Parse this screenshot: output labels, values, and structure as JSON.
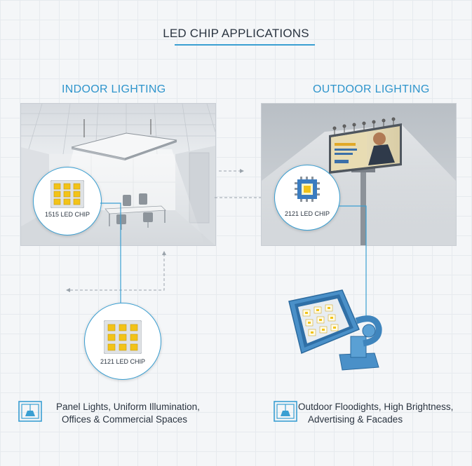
{
  "title": "LED CHIP APPLICATIONS",
  "indoor": {
    "heading": "INDOOR LIGHTING",
    "chip_label": "1515 LED CHIP",
    "caption_line1": "Panel Lights, Uniform Illumination,",
    "caption_line2": "Offices & Commercial Spaces"
  },
  "outdoor": {
    "heading": "OUTDOOR LIGHTING",
    "chip_label": "2121 LED CHIP",
    "caption_line1": "Outdoor Floodights, High Brightness,",
    "caption_line2": "Advertising & Facades"
  },
  "lower_chip": {
    "label": "2121 LED CHIP"
  },
  "colors": {
    "accent": "#3a9fd2",
    "heading": "#2f95cc",
    "floodlight": "#4a90c8",
    "chip_yellow": "#f2c318"
  },
  "icons": {
    "indoor_caption": "panel-light-icon",
    "outdoor_caption": "panel-light-icon"
  }
}
